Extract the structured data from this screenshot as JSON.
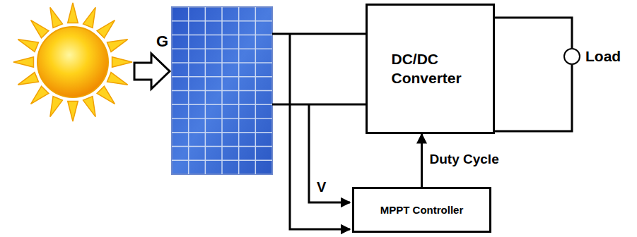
{
  "diagram": {
    "nodes": [
      {
        "text": [
          "DC/DC Converter"
        ]
      },
      {
        "text": [
          "Load"
        ]
      },
      {
        "text": [
          "MPPT Controller"
        ]
      }
    ],
    "edges": [
      {
        "from": 0,
        "to": 1,
        "arrow": "none"
      },
      {
        "from": 0,
        "to": 1,
        "arrow": "none"
      },
      {
        "from": 2,
        "to": 0,
        "label": "Duty Cycle",
        "arrow": "to"
      }
    ],
    "labels": [
      "G",
      "V"
    ]
  }
}
